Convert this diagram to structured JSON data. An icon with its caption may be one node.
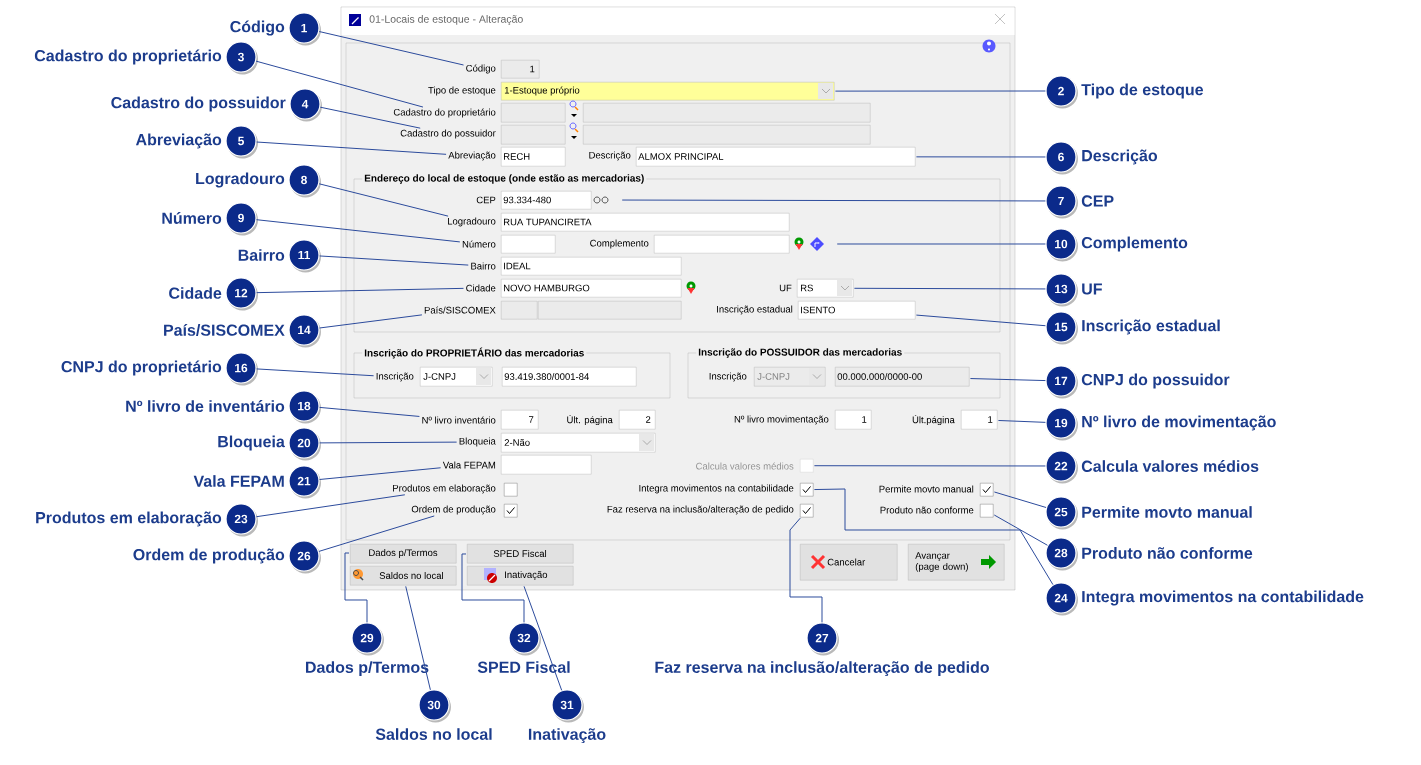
{
  "diagram": {
    "nodes": [
      {
        "text": [
          "1"
        ],
        "beside": [
          "Código"
        ]
      },
      {
        "text": [
          "2"
        ],
        "beside": [
          "Tipo de estoque"
        ]
      },
      {
        "text": [
          "3"
        ],
        "beside": [
          "Cadastro do proprietário"
        ]
      },
      {
        "text": [
          "4"
        ],
        "beside": [
          "Cadastro do possuidor"
        ]
      },
      {
        "text": [
          "5"
        ],
        "beside": [
          "Abreviação"
        ]
      },
      {
        "text": [
          "6"
        ],
        "beside": [
          "Descrição"
        ]
      },
      {
        "text": [
          "7"
        ],
        "beside": [
          "CEP"
        ]
      },
      {
        "text": [
          "8"
        ],
        "beside": [
          "Logradouro"
        ]
      },
      {
        "text": [
          "9"
        ],
        "beside": [
          "Número"
        ]
      },
      {
        "text": [
          "10"
        ],
        "beside": [
          "Complemento"
        ]
      },
      {
        "text": [
          "11"
        ],
        "beside": [
          "Bairro"
        ]
      },
      {
        "text": [
          "12"
        ],
        "beside": [
          "Cidade"
        ]
      },
      {
        "text": [
          "13"
        ],
        "beside": [
          "UF"
        ]
      },
      {
        "text": [
          "14"
        ],
        "beside": [
          "País/SISCOMEX"
        ]
      },
      {
        "text": [
          "15"
        ],
        "beside": [
          "Inscrição estadual"
        ]
      },
      {
        "text": [
          "16"
        ],
        "beside": [
          "CNPJ do proprietário"
        ]
      },
      {
        "text": [
          "17"
        ],
        "beside": [
          "CNPJ do possuidor"
        ]
      },
      {
        "text": [
          "18"
        ],
        "beside": [
          "Nº livro de inventário"
        ]
      },
      {
        "text": [
          "19"
        ],
        "beside": [
          "Nº livro de movimentação"
        ]
      },
      {
        "text": [
          "20"
        ],
        "beside": [
          "Bloqueia"
        ]
      },
      {
        "text": [
          "21"
        ],
        "beside": [
          "Vala FEPAM"
        ]
      },
      {
        "text": [
          "22"
        ],
        "beside": [
          "Calcula valores médios"
        ]
      },
      {
        "text": [
          "23"
        ],
        "beside": [
          "Produtos em elaboração"
        ]
      },
      {
        "text": [
          "24"
        ],
        "beside": [
          "Integra movimentos na contabilidade"
        ]
      },
      {
        "text": [
          "25"
        ],
        "beside": [
          "Permite movto manual"
        ]
      },
      {
        "text": [
          "26"
        ],
        "beside": [
          "Ordem de produção"
        ]
      },
      {
        "text": [
          "27"
        ],
        "beside": [
          "Faz reserva na inclusão/alteração de pedido"
        ]
      },
      {
        "text": [
          "28"
        ],
        "beside": [
          "Produto não conforme"
        ]
      },
      {
        "text": [
          "29"
        ],
        "beside": [
          "Dados p/Termos"
        ]
      },
      {
        "text": [
          "30"
        ],
        "beside": [
          "Saldos no local"
        ]
      },
      {
        "text": [
          "31"
        ],
        "beside": [
          "Inativação"
        ]
      },
      {
        "text": [
          "32"
        ],
        "beside": [
          "SPED Fiscal"
        ]
      },
      {
        "text": [
          "Código"
        ]
      },
      {
        "text": [
          "1"
        ]
      },
      {
        "text": [
          "1-Estoque próprio"
        ]
      },
      {
        "text": [
          "Cadastro do proprietário"
        ]
      },
      {
        "text": [],
        "shape": "box"
      },
      {
        "text": [],
        "shape": "box"
      },
      {
        "text": [
          "Cadastro do possuidor"
        ]
      },
      {
        "text": [],
        "shape": "box"
      },
      {
        "text": [],
        "shape": "box"
      },
      {
        "text": [
          "Abreviação"
        ]
      },
      {
        "text": [
          "RECH"
        ]
      },
      {
        "text": [
          "ALMOX PRINCIPAL"
        ]
      },
      {
        "text": [
          "93.334-480"
        ]
      },
      {
        "text": [],
        "shape": "picture"
      },
      {
        "text": [
          "Logradouro"
        ]
      },
      {
        "text": [
          "RUA TUPANCIRETA"
        ]
      },
      {
        "text": [
          "Número"
        ]
      },
      {
        "text": [],
        "shape": "box"
      },
      {
        "text": [],
        "shape": "box"
      },
      {
        "text": [],
        "shape": "picture"
      },
      {
        "text": [
          "Bairro"
        ]
      },
      {
        "text": [
          "IDEAL"
        ]
      },
      {
        "text": [
          "Cidade"
        ]
      },
      {
        "text": [
          "NOVO HAMBURGO"
        ]
      },
      {
        "text": [
          "RS"
        ]
      },
      {
        "text": [
          "País/SISCOMEX"
        ]
      },
      {
        "text": [],
        "shape": "box"
      },
      {
        "text": [],
        "shape": "box"
      },
      {
        "text": [
          "ISENTO"
        ]
      },
      {
        "text": [
          "Inscrição"
        ]
      },
      {
        "text": [
          "J-CNPJ"
        ]
      },
      {
        "text": [
          "93.419.380/0001-84"
        ]
      },
      {
        "text": [
          "J-CNPJ"
        ]
      },
      {
        "text": [
          "00.000.000/0000-00"
        ]
      },
      {
        "text": [
          "Nº livro inventário"
        ]
      },
      {
        "text": [
          "7"
        ]
      },
      {
        "text": [
          "2"
        ]
      },
      {
        "text": [
          "1"
        ]
      },
      {
        "text": [
          "1"
        ]
      },
      {
        "text": [
          "Bloqueia"
        ]
      },
      {
        "text": [
          "2-Não"
        ]
      },
      {
        "text": [
          "Vala FEPAM"
        ]
      },
      {
        "text": [],
        "shape": "box"
      },
      {
        "text": [],
        "shape": "box"
      },
      {
        "text": [
          "Produtos em elaboração"
        ]
      },
      {
        "text": [],
        "shape": "box"
      },
      {
        "text": [],
        "shape": "box"
      },
      {
        "text": [],
        "shape": "box"
      },
      {
        "text": [
          "Ordem de produção"
        ]
      },
      {
        "text": [],
        "shape": "box"
      },
      {
        "text": [],
        "shape": "box"
      },
      {
        "text": [],
        "shape": "box"
      },
      {
        "text": [
          "Dados p/Termos"
        ]
      },
      {
        "text": [
          "SPED Fiscal"
        ]
      },
      {
        "text": [
          "Cancelar"
        ]
      },
      {
        "text": [
          "Avançar (page down)"
        ]
      },
      {
        "text": [
          "Saldos no local"
        ]
      },
      {
        "text": [
          "Inativação"
        ]
      }
    ],
    "edges": [
      {
        "from": 0,
        "to": 32,
        "arrow": "none"
      },
      {
        "from": 1,
        "to": 34,
        "arrow": "none"
      },
      {
        "from": 2,
        "to": 35,
        "arrow": "none"
      },
      {
        "from": 3,
        "to": 38,
        "arrow": "none"
      },
      {
        "from": 4,
        "to": 41,
        "arrow": "none"
      },
      {
        "from": 5,
        "to": 43,
        "arrow": "none"
      },
      {
        "from": 6,
        "to": 45,
        "arrow": "none"
      },
      {
        "from": 7,
        "to": 46,
        "arrow": "none"
      },
      {
        "from": 8,
        "to": 48,
        "arrow": "none"
      },
      {
        "from": 9,
        "to": 51,
        "arrow": "none"
      },
      {
        "from": 10,
        "to": 52,
        "arrow": "none"
      },
      {
        "from": 11,
        "to": 54,
        "arrow": "none"
      },
      {
        "from": 12,
        "to": 56,
        "arrow": "none"
      },
      {
        "from": 13,
        "to": 57,
        "arrow": "none"
      },
      {
        "from": 14,
        "to": 60,
        "arrow": "none"
      },
      {
        "from": 15,
        "to": 61,
        "arrow": "none"
      },
      {
        "from": 16,
        "to": 65,
        "arrow": "none"
      },
      {
        "from": 17,
        "to": 66,
        "arrow": "none"
      },
      {
        "from": 18,
        "to": 70,
        "arrow": "none"
      },
      {
        "from": 19,
        "to": 71,
        "arrow": "none"
      },
      {
        "from": 20,
        "to": 73,
        "arrow": "none"
      },
      {
        "from": 21,
        "to": 75,
        "arrow": "none"
      },
      {
        "from": 22,
        "to": 76,
        "arrow": "none"
      },
      {
        "from": 23,
        "to": 78,
        "arrow": "none"
      },
      {
        "from": 24,
        "to": 79,
        "arrow": "none"
      },
      {
        "from": 25,
        "to": 80,
        "arrow": "none"
      },
      {
        "from": 26,
        "to": 82,
        "arrow": "none"
      },
      {
        "from": 27,
        "to": 83,
        "arrow": "none"
      },
      {
        "from": 28,
        "to": 84,
        "arrow": "none"
      },
      {
        "from": 29,
        "to": 88,
        "arrow": "none"
      },
      {
        "from": 30,
        "to": 89,
        "arrow": "none"
      },
      {
        "from": 31,
        "to": 85,
        "arrow": "none"
      }
    ],
    "labels": [
      "01-Locais de estoque - Alteração",
      "Tipo de estoque",
      "Descrição",
      "Endereço do local de estoque (onde estão as mercadorias)",
      "CEP",
      "Complemento",
      "UF",
      "Inscrição estadual",
      "Inscrição do PROPRIETÁRIO das mercadorias",
      "Inscrição do POSSUIDOR das mercadorias",
      "Inscrição",
      "Últ. página",
      "Nº livro movimentação",
      "Últ.página",
      "Calcula valores médios",
      "Integra movimentos na contabilidade",
      "Permite movto manual",
      "Faz reserva na inclusão/alteração de pedido",
      "Produto não conforme"
    ]
  }
}
